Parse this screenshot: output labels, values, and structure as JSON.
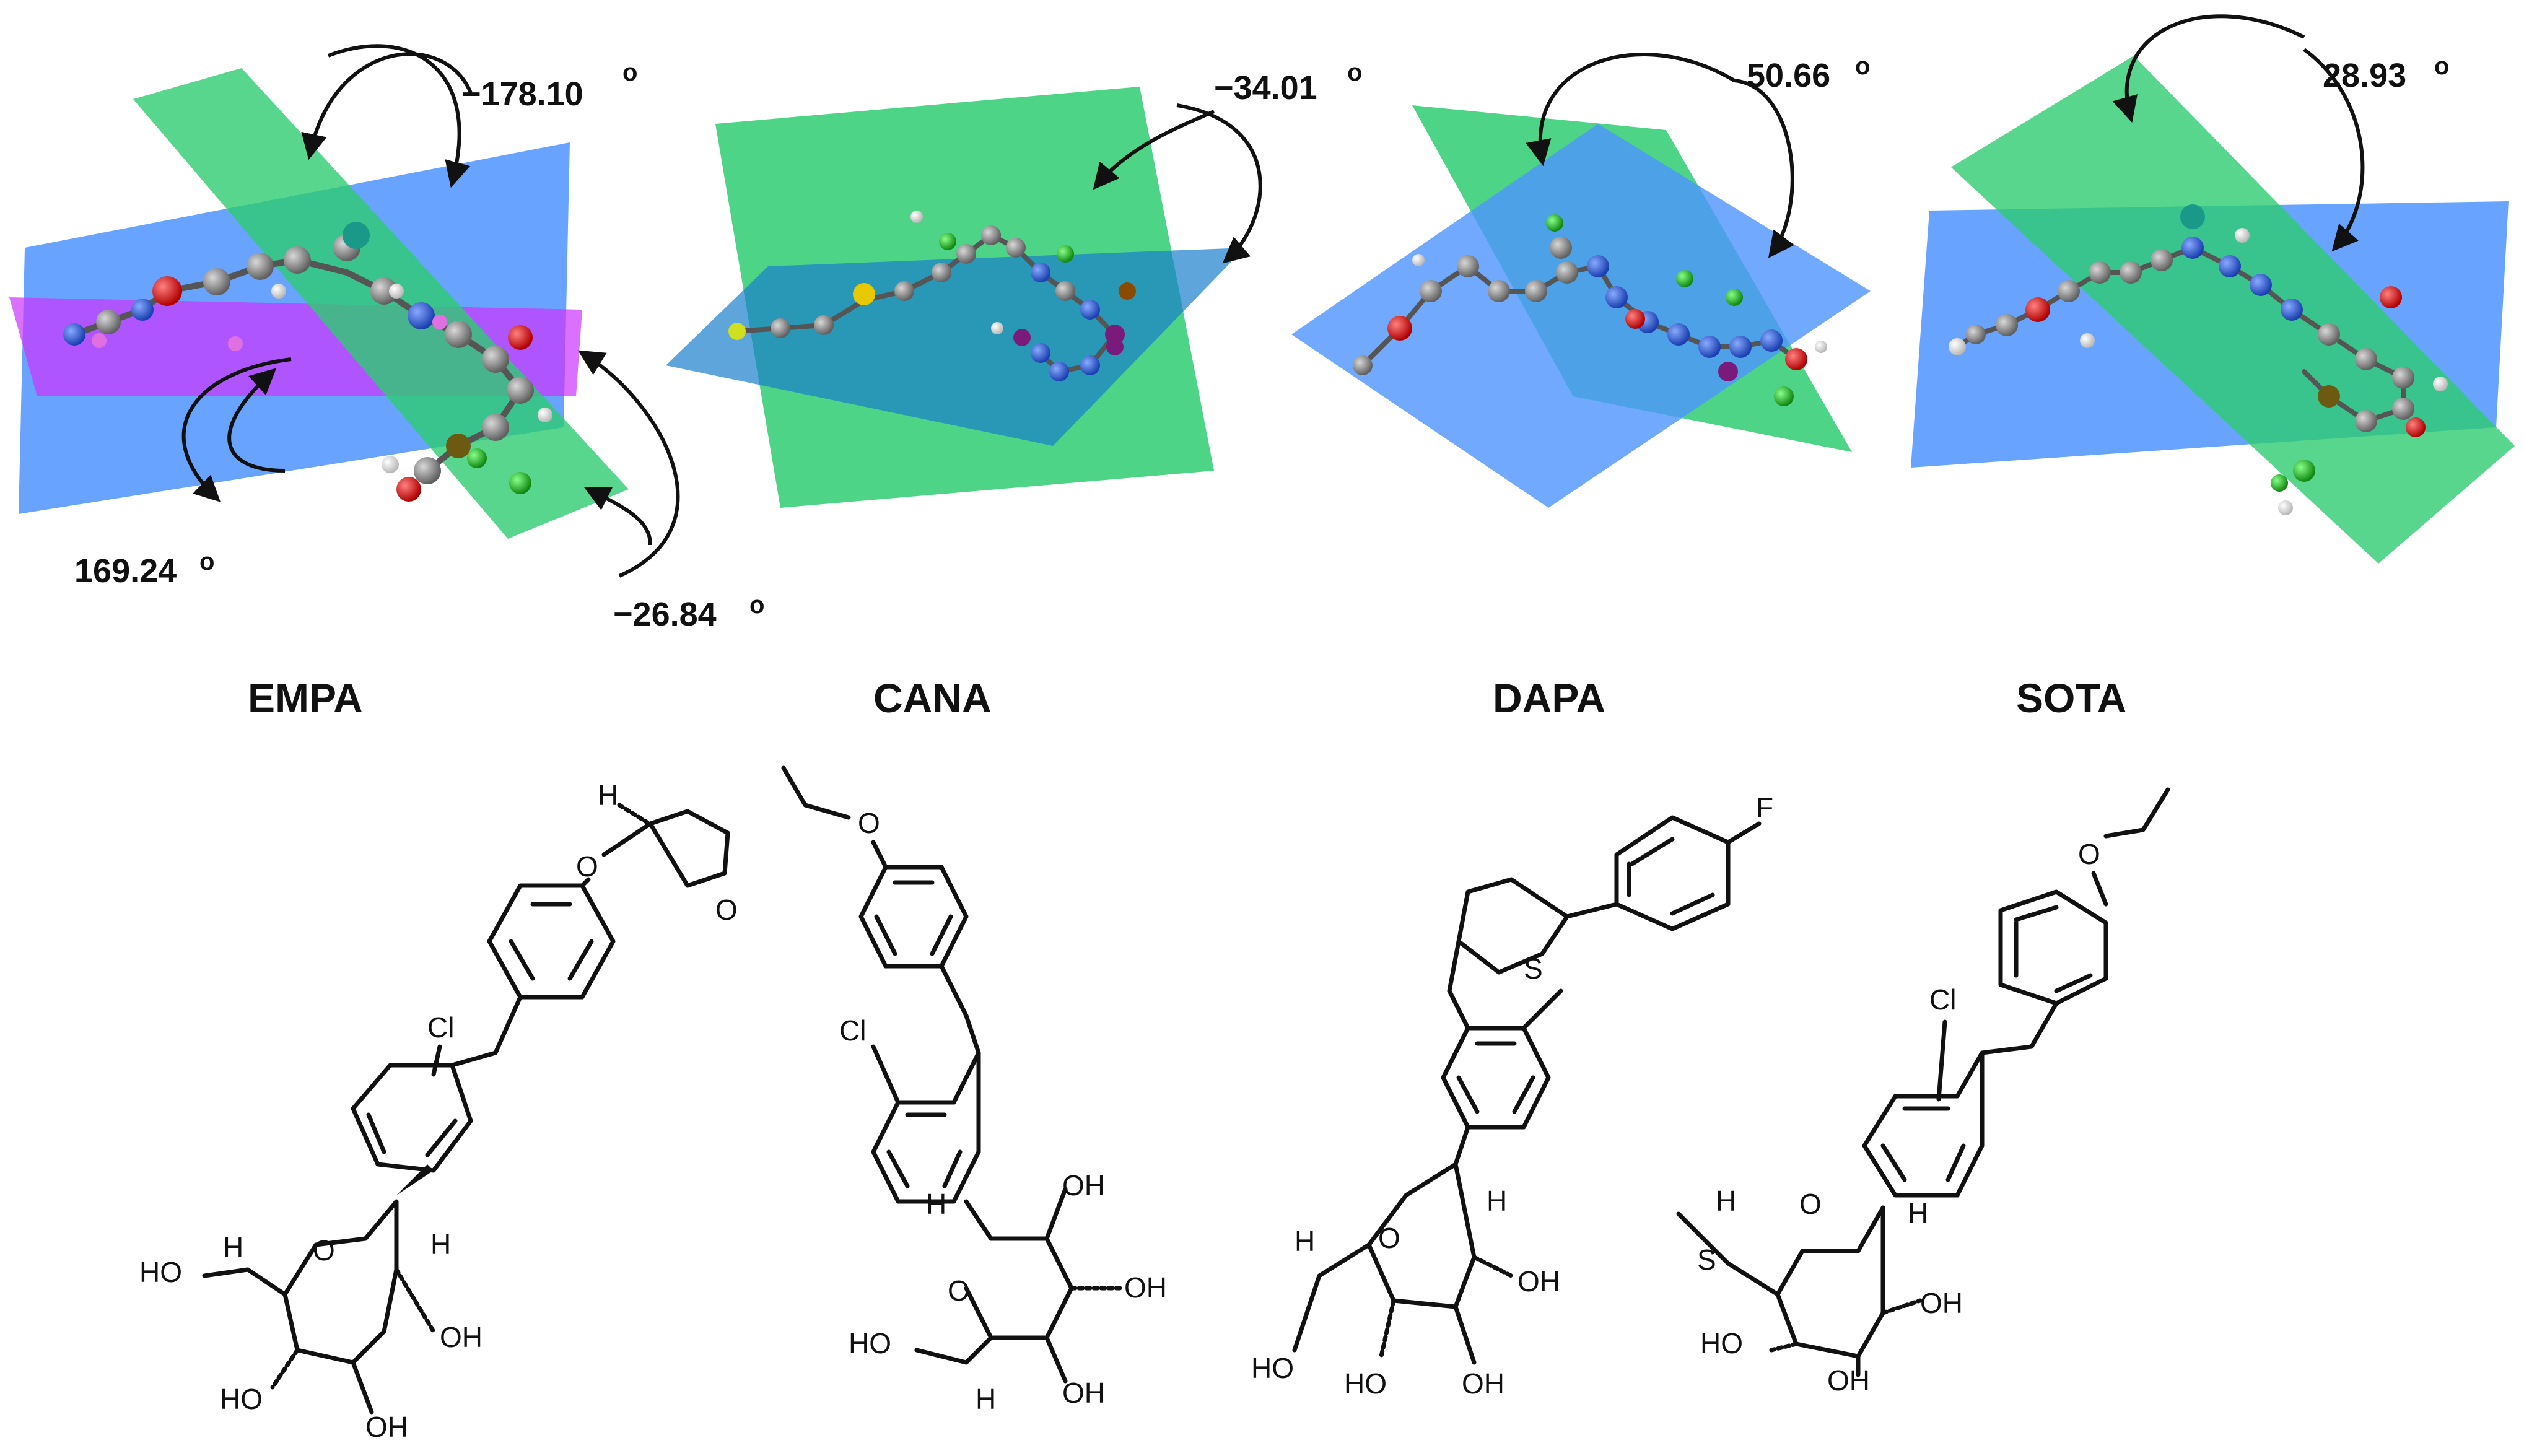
{
  "molecules": [
    {
      "name": "EMPA",
      "angles": [
        "−178.10",
        "169.24",
        "−26.84"
      ]
    },
    {
      "name": "CANA",
      "angles": [
        "−34.01"
      ]
    },
    {
      "name": "DAPA",
      "angles": [
        "50.66"
      ]
    },
    {
      "name": "SOTA",
      "angles": [
        "28.93"
      ]
    }
  ],
  "degree_symbol": "o",
  "atoms": {
    "H": "H",
    "O": "O",
    "Cl": "Cl",
    "S": "S",
    "F": "F",
    "HO": "HO",
    "OH": "OH"
  },
  "colors": {
    "plane_green": "#2ecc71",
    "plane_blue": "#4d94ff",
    "plane_magenta": "#cc33ff",
    "carbon": "#808080",
    "oxygen": "#e00000",
    "nitrogen_blue": "#2255dd",
    "hydrogen": "#f0f0f0",
    "chlorine": "#22aa22",
    "sulfur": "#e8c800"
  }
}
